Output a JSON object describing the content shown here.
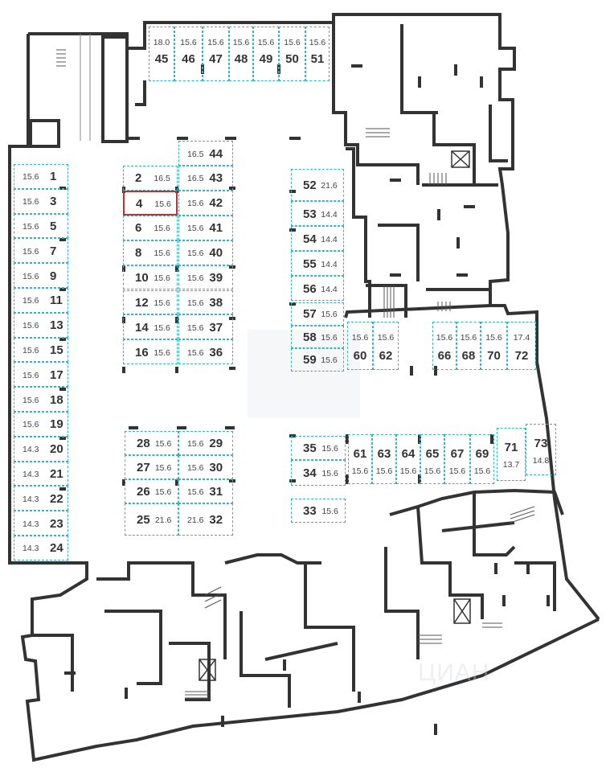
{
  "selected_spot": "4",
  "watermark": "ЦИАН",
  "spots": [
    {
      "num": "1",
      "area": "15.6",
      "side": "left"
    },
    {
      "num": "3",
      "area": "15.6",
      "side": "left"
    },
    {
      "num": "5",
      "area": "15.6",
      "side": "left"
    },
    {
      "num": "7",
      "area": "15.6",
      "side": "left"
    },
    {
      "num": "9",
      "area": "15.6",
      "side": "left"
    },
    {
      "num": "11",
      "area": "15.6",
      "side": "left"
    },
    {
      "num": "13",
      "area": "15.6",
      "side": "left"
    },
    {
      "num": "15",
      "area": "15.6",
      "side": "left"
    },
    {
      "num": "17",
      "area": "15.6",
      "side": "left"
    },
    {
      "num": "18",
      "area": "15.6",
      "side": "left"
    },
    {
      "num": "19",
      "area": "15.6",
      "side": "left"
    },
    {
      "num": "20",
      "area": "14.3",
      "side": "left"
    },
    {
      "num": "21",
      "area": "14.3",
      "side": "left"
    },
    {
      "num": "22",
      "area": "14.3",
      "side": "left"
    },
    {
      "num": "23",
      "area": "14.3",
      "side": "left"
    },
    {
      "num": "24",
      "area": "14.3",
      "side": "left"
    },
    {
      "num": "2",
      "area": "16.5",
      "side": "left"
    },
    {
      "num": "4",
      "area": "15.6",
      "side": "left"
    },
    {
      "num": "6",
      "area": "15.6",
      "side": "left"
    },
    {
      "num": "8",
      "area": "15.6",
      "side": "left"
    },
    {
      "num": "10",
      "area": "15.6",
      "side": "left"
    },
    {
      "num": "12",
      "area": "15.6",
      "side": "left"
    },
    {
      "num": "14",
      "area": "15.6",
      "side": "left"
    },
    {
      "num": "16",
      "area": "15.6",
      "side": "left"
    },
    {
      "num": "44",
      "area": "16.5",
      "side": "right"
    },
    {
      "num": "43",
      "area": "16.5",
      "side": "right"
    },
    {
      "num": "42",
      "area": "15.6",
      "side": "right"
    },
    {
      "num": "41",
      "area": "15.6",
      "side": "right"
    },
    {
      "num": "40",
      "area": "15.6",
      "side": "right"
    },
    {
      "num": "39",
      "area": "15.6",
      "side": "right"
    },
    {
      "num": "38",
      "area": "15.6",
      "side": "right"
    },
    {
      "num": "37",
      "area": "15.6",
      "side": "right"
    },
    {
      "num": "36",
      "area": "15.6",
      "side": "right"
    },
    {
      "num": "28",
      "area": "15.6",
      "side": "left"
    },
    {
      "num": "27",
      "area": "15.6",
      "side": "left"
    },
    {
      "num": "26",
      "area": "15.6",
      "side": "left"
    },
    {
      "num": "25",
      "area": "21.6",
      "side": "left"
    },
    {
      "num": "29",
      "area": "15.6",
      "side": "right"
    },
    {
      "num": "30",
      "area": "15.6",
      "side": "right"
    },
    {
      "num": "31",
      "area": "15.6",
      "side": "right"
    },
    {
      "num": "32",
      "area": "21.6",
      "side": "right"
    },
    {
      "num": "45",
      "area": "18.0",
      "side": "top"
    },
    {
      "num": "46",
      "area": "15.6",
      "side": "top"
    },
    {
      "num": "47",
      "area": "15.6",
      "side": "top"
    },
    {
      "num": "48",
      "area": "15.6",
      "side": "top"
    },
    {
      "num": "49",
      "area": "15.6",
      "side": "top"
    },
    {
      "num": "50",
      "area": "15.6",
      "side": "top"
    },
    {
      "num": "51",
      "area": "15.6",
      "side": "top"
    },
    {
      "num": "52",
      "area": "21.6",
      "side": "left"
    },
    {
      "num": "53",
      "area": "14.4",
      "side": "left"
    },
    {
      "num": "54",
      "area": "14.4",
      "side": "left"
    },
    {
      "num": "55",
      "area": "14.4",
      "side": "left"
    },
    {
      "num": "56",
      "area": "14.4",
      "side": "left"
    },
    {
      "num": "57",
      "area": "15.6",
      "side": "left"
    },
    {
      "num": "58",
      "area": "15.6",
      "side": "left"
    },
    {
      "num": "59",
      "area": "15.6",
      "side": "left"
    },
    {
      "num": "60",
      "area": "15.6",
      "side": "bottom"
    },
    {
      "num": "62",
      "area": "15.6",
      "side": "bottom"
    },
    {
      "num": "66",
      "area": "15.6",
      "side": "bottom"
    },
    {
      "num": "68",
      "area": "15.6",
      "side": "bottom"
    },
    {
      "num": "70",
      "area": "15.6",
      "side": "bottom"
    },
    {
      "num": "72",
      "area": "17.4",
      "side": "bottom"
    },
    {
      "num": "35",
      "area": "15.6",
      "side": "left"
    },
    {
      "num": "34",
      "area": "15.6",
      "side": "left"
    },
    {
      "num": "33",
      "area": "15.6",
      "side": "left"
    },
    {
      "num": "61",
      "area": "15.6",
      "side": "top"
    },
    {
      "num": "63",
      "area": "15.6",
      "side": "top"
    },
    {
      "num": "64",
      "area": "15.6",
      "side": "top"
    },
    {
      "num": "65",
      "area": "15.6",
      "side": "top"
    },
    {
      "num": "67",
      "area": "15.6",
      "side": "top"
    },
    {
      "num": "69",
      "area": "15.6",
      "side": "top"
    },
    {
      "num": "71",
      "area": "13.7",
      "side": "top"
    },
    {
      "num": "73",
      "area": "14.8",
      "side": "top"
    }
  ]
}
